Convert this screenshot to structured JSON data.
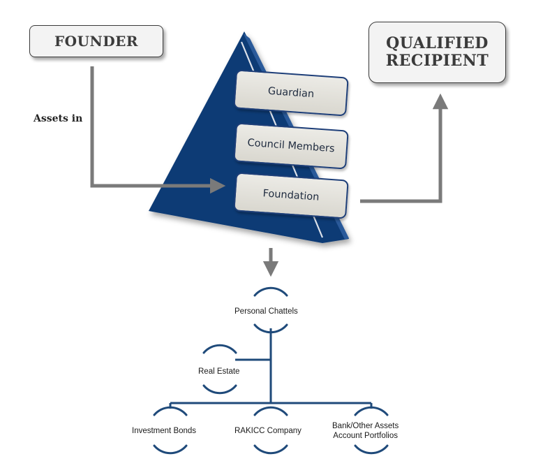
{
  "founder": {
    "label": "FOUNDER"
  },
  "recipient": {
    "line1": "QUALIFIED",
    "line2": "RECIPIENT"
  },
  "flow": {
    "assets_in": "Assets in"
  },
  "pyramid": {
    "tiers": [
      {
        "label": "Guardian"
      },
      {
        "label": "Council Members"
      },
      {
        "label": "Foundation"
      }
    ],
    "colors": {
      "pyramid": "#0f3a75",
      "tier_border": "#1d3e78",
      "tier_fill": "#e2e1da"
    }
  },
  "assets_tree": {
    "personal": "Personal Chattels",
    "real_estate": "Real Estate",
    "investment": "Investment Bonds",
    "rakicc": "RAKICC Company",
    "bank_line1": "Bank/Other Assets",
    "bank_line2": "Account Portfolios",
    "colors": {
      "line": "#1f4a7a"
    }
  },
  "colors": {
    "arrow": "#7a7a7a"
  }
}
